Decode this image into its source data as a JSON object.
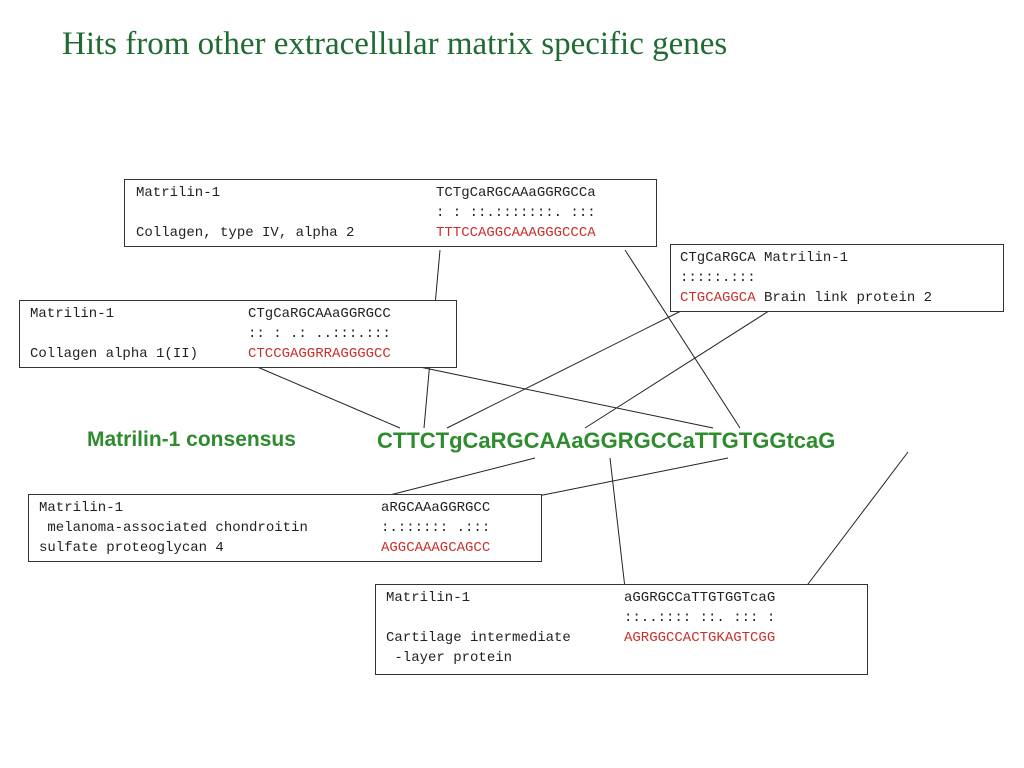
{
  "title": "Hits from other extracellular matrix specific genes",
  "consensus": {
    "label": "Matrilin-1 consensus",
    "sequence": "CTTCTgCaRGCAAaGGRGCCaTTGTGGtcaG"
  },
  "alignments": {
    "collagen_iv": {
      "query_name": "Matrilin-1",
      "query_seq": "TCTgCaRGCAAaGGRGCCa",
      "match": ": : ::.:::::::. :::",
      "hit_name": "Collagen, type IV, alpha 2",
      "hit_seq": "TTTCCAGGCAAAGGGCCCA"
    },
    "brain_link": {
      "query_seq": "CTgCaRGCA",
      "query_name": "Matrilin-1",
      "match": ":::::.:::",
      "hit_seq": "CTGCAGGCA",
      "hit_name": "Brain link protein 2"
    },
    "collagen_ii": {
      "query_name": "Matrilin-1",
      "query_seq": "CTgCaRGCAAaGGRGCC",
      "match": ":: : .: ..:::.:::",
      "hit_name": "Collagen alpha 1(II)",
      "hit_seq": "CTCCGAGGRRAGGGGCC"
    },
    "melanoma": {
      "query_name": "Matrilin-1",
      "query_seq": "aRGCAAaGGRGCC",
      "hit_name_line1": " melanoma-associated chondroitin",
      "match": ":.:::::: .:::",
      "hit_name_line2": "sulfate proteoglycan 4",
      "hit_seq": "AGGCAAAGCAGCC"
    },
    "cartilage": {
      "query_name": "Matrilin-1",
      "query_seq": "aGGRGCCaTTGTGGTcaG",
      "match": "::..:::: ::. ::: :",
      "hit_name_line1": "Cartilage intermediate",
      "hit_seq": "AGRGGCCACTGKAGTCGG",
      "hit_name_line2": " -layer protein"
    }
  },
  "colors": {
    "title": "#1f6b34",
    "consensus": "#2e8b2e",
    "hit_sequence": "#c9302c",
    "line": "#222222"
  }
}
